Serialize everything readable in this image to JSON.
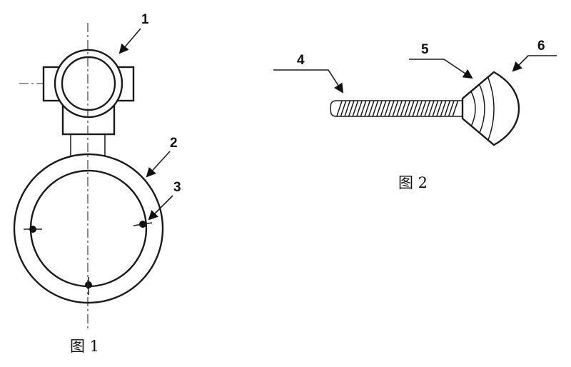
{
  "figure1": {
    "caption": "图 1",
    "labels": {
      "part1": "1",
      "part2": "2",
      "part3": "3"
    }
  },
  "figure2": {
    "caption": "图 2",
    "labels": {
      "part4": "4",
      "part5": "5",
      "part6": "6"
    }
  },
  "colors": {
    "ink": "#1a1a1a",
    "background": "#ffffff"
  }
}
